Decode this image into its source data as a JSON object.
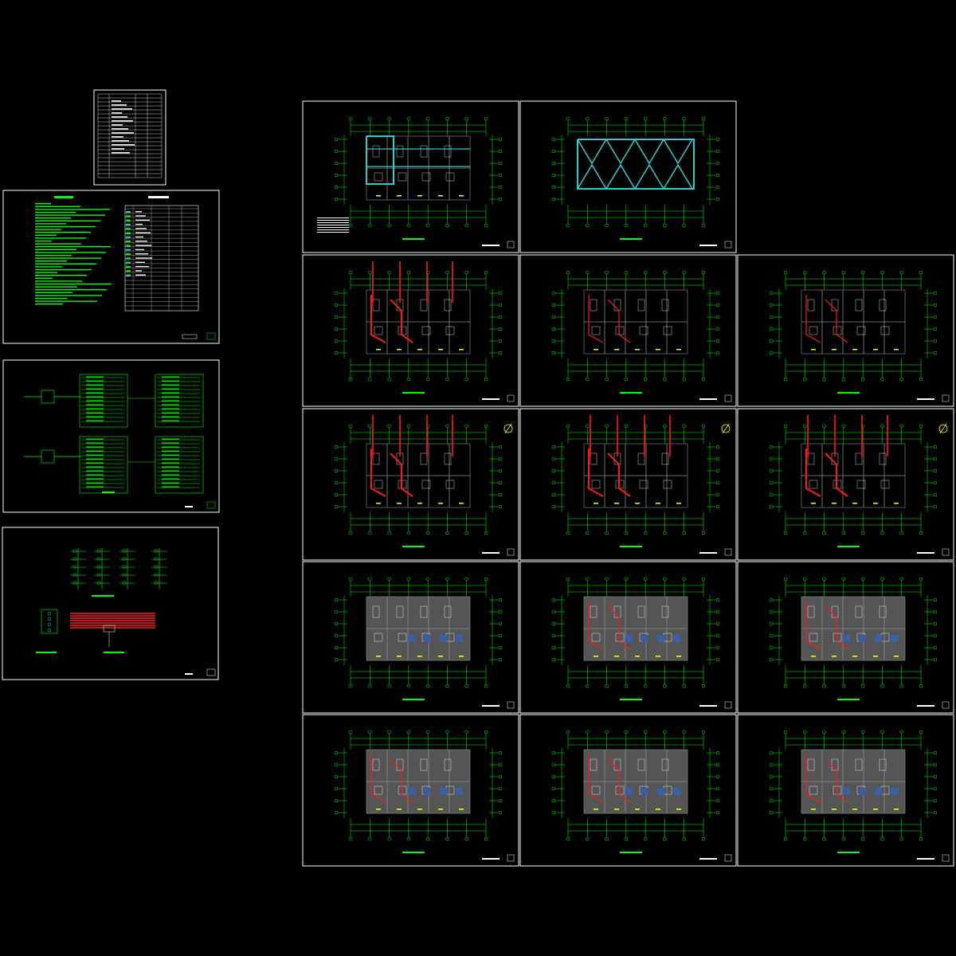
{
  "drawing": {
    "background": "#000000",
    "colors": {
      "frame": "#ffffff",
      "green": "#00ff00",
      "cyan": "#33cccc",
      "red": "#ff1a1a",
      "wall": "#8c8c8c",
      "yellow": "#ffff00",
      "blue": "#3a5fa8"
    },
    "left_sheets": [
      {
        "id": "index-table",
        "kind": "table"
      },
      {
        "id": "design-notes",
        "kind": "notes-and-legend"
      },
      {
        "id": "distribution-system",
        "kind": "system-diagram"
      },
      {
        "id": "riser-diagram",
        "kind": "riser"
      }
    ],
    "plan_sheets": [
      {
        "id": "plan-r1c1",
        "row": 0,
        "col": 0,
        "style": "cyan-outline"
      },
      {
        "id": "plan-r1c2",
        "row": 0,
        "col": 1,
        "style": "roof-cyan"
      },
      {
        "id": "plan-r2c1",
        "row": 1,
        "col": 0,
        "style": "red-risers"
      },
      {
        "id": "plan-r2c2",
        "row": 1,
        "col": 1,
        "style": "red-light"
      },
      {
        "id": "plan-r2c3",
        "row": 1,
        "col": 2,
        "style": "red-light"
      },
      {
        "id": "plan-r3c1",
        "row": 2,
        "col": 0,
        "style": "red-heavy"
      },
      {
        "id": "plan-r3c2",
        "row": 2,
        "col": 1,
        "style": "red-heavy"
      },
      {
        "id": "plan-r3c3",
        "row": 2,
        "col": 2,
        "style": "red-heavy"
      },
      {
        "id": "plan-r4c1",
        "row": 3,
        "col": 0,
        "style": "gray-blue"
      },
      {
        "id": "plan-r4c2",
        "row": 3,
        "col": 1,
        "style": "gray-blue-red"
      },
      {
        "id": "plan-r4c3",
        "row": 3,
        "col": 2,
        "style": "gray-blue-red"
      },
      {
        "id": "plan-r5c1",
        "row": 4,
        "col": 0,
        "style": "gray-blue-red"
      },
      {
        "id": "plan-r5c2",
        "row": 4,
        "col": 1,
        "style": "gray-blue-red"
      },
      {
        "id": "plan-r5c3",
        "row": 4,
        "col": 2,
        "style": "gray-blue-red"
      }
    ]
  }
}
